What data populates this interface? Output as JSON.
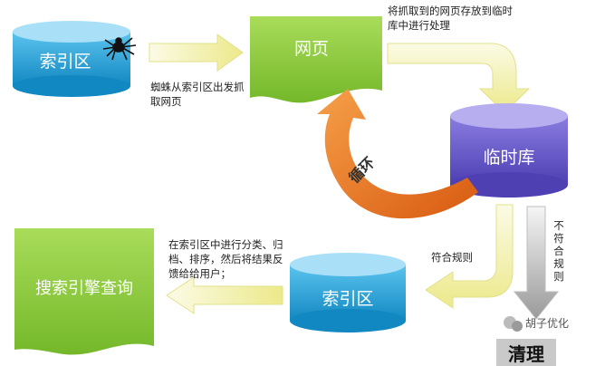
{
  "nodes": {
    "index_top": "索引区",
    "webpage": "网页",
    "temp_db": "临时库",
    "index_bottom": "索引区",
    "search": "搜索引擎查询",
    "clean": "清理"
  },
  "labels": {
    "spider_fetch": "蜘蛛从索引区出发抓取网页",
    "store_temp": "将抓取到的网页存放到临时库中进行处理",
    "loop": "循环",
    "meets_rules": "符合规则",
    "not_meets_rules": "不符合规则",
    "classify": "在索引区中进行分类、归档、排序，然后将结果反馈给给用户；"
  },
  "watermark": "胡子优化",
  "colors": {
    "blue": "#1fa0d8",
    "green": "#8fcf3c",
    "purple": "#6a5bc9",
    "orange": "#ee7a22",
    "arrow_yellow": "#f2f0a8",
    "arrow_gray": "#b7b7b7"
  }
}
